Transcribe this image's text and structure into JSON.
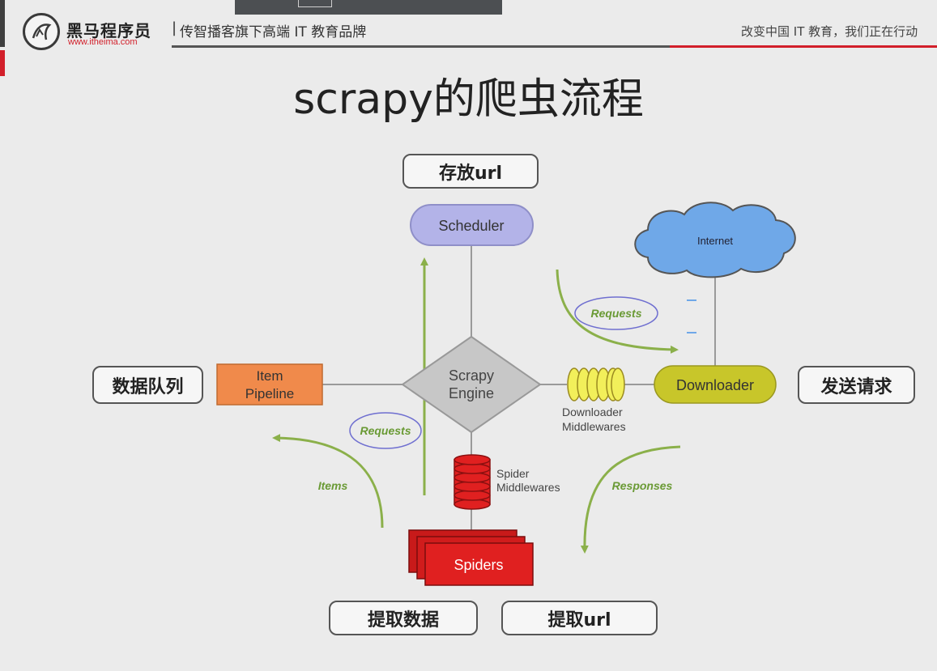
{
  "header": {
    "brand_name": "黑马程序员",
    "brand_url": "www.itheima.com",
    "separator": "|",
    "tagline": "传智播客旗下高端 IT 教育品牌",
    "slogan": "改变中国 IT 教育，我们正在行动"
  },
  "slide": {
    "title": "scrapy的爬虫流程"
  },
  "annotations": {
    "store_url": "存放url",
    "data_queue": "数据队列",
    "send_request": "发送请求",
    "extract_data": "提取数据",
    "extract_url": "提取url"
  },
  "diagram": {
    "scheduler": "Scheduler",
    "internet": "Internet",
    "engine_line1": "Scrapy",
    "engine_line2": "Engine",
    "pipeline_line1": "Item",
    "pipeline_line2": "Pipeline",
    "downloader": "Downloader",
    "downloader_mw_line1": "Downloader",
    "downloader_mw_line2": "Middlewares",
    "spider_mw_line1": "Spider",
    "spider_mw_line2": "Middlewares",
    "spiders": "Spiders",
    "requests_right": "Requests",
    "requests_left": "Requests",
    "items": "Items",
    "responses": "Responses"
  },
  "colors": {
    "scheduler_fill": "#b3b3e8",
    "internet_fill": "#6fa8e8",
    "engine_fill": "#c7c7c7",
    "pipeline_fill": "#f08a4b",
    "downloader_fill": "#c8c62a",
    "middleware_yellow": "#f2ef5a",
    "spider_red": "#e02020",
    "arrow_green": "#8bb04a",
    "label_green": "#6a9a35",
    "brand_red": "#d21f2a"
  }
}
